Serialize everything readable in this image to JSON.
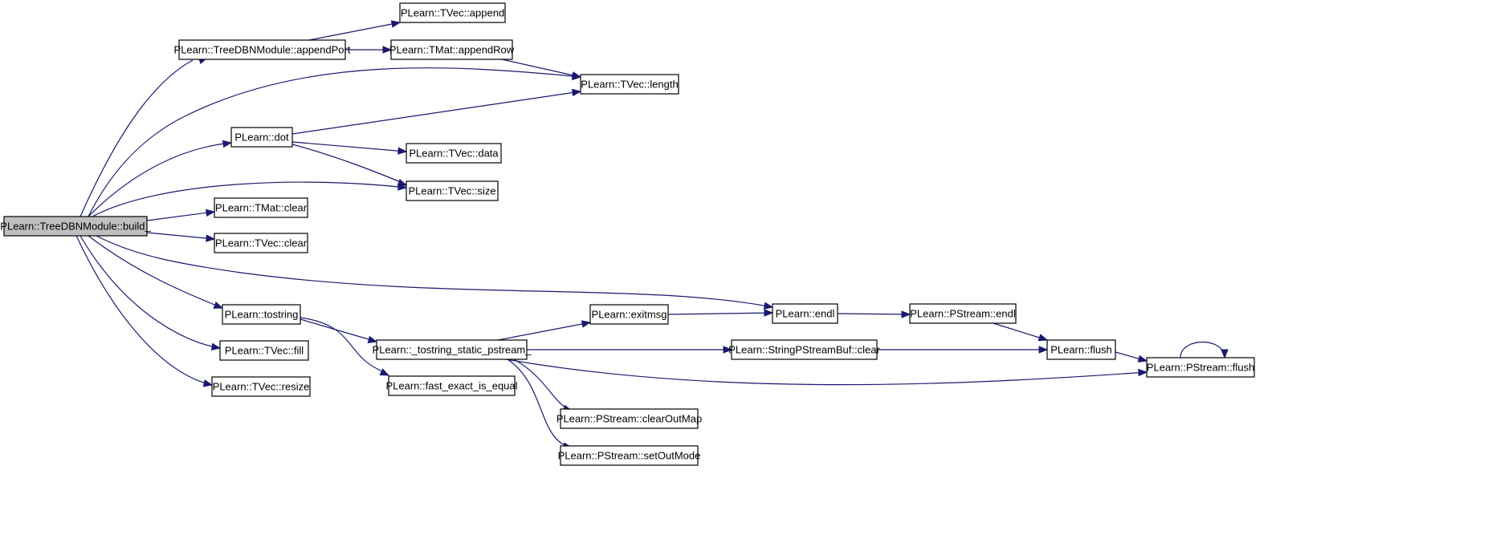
{
  "colors": {
    "edge": "#191970",
    "node_fill": "#ffffff",
    "root_fill": "#bfbfbf",
    "node_border": "#000000"
  },
  "nodes": [
    {
      "id": "build",
      "label": "PLearn::TreeDBNModule::build_",
      "root": true
    },
    {
      "id": "appendPort",
      "label": "PLearn::TreeDBNModule::appendPort"
    },
    {
      "id": "tvec_append",
      "label": "PLearn::TVec::append"
    },
    {
      "id": "tmat_appendRow",
      "label": "PLearn::TMat::appendRow"
    },
    {
      "id": "tvec_length",
      "label": "PLearn::TVec::length"
    },
    {
      "id": "dot",
      "label": "PLearn::dot"
    },
    {
      "id": "tvec_data",
      "label": "PLearn::TVec::data"
    },
    {
      "id": "tvec_size",
      "label": "PLearn::TVec::size"
    },
    {
      "id": "tmat_clear",
      "label": "PLearn::TMat::clear"
    },
    {
      "id": "tvec_clear",
      "label": "PLearn::TVec::clear"
    },
    {
      "id": "tostring",
      "label": "PLearn::tostring"
    },
    {
      "id": "tvec_fill",
      "label": "PLearn::TVec::fill"
    },
    {
      "id": "tvec_resize",
      "label": "PLearn::TVec::resize"
    },
    {
      "id": "tostring_static",
      "label": "PLearn::_tostring_static_pstream_"
    },
    {
      "id": "fast_exact",
      "label": "PLearn::fast_exact_is_equal"
    },
    {
      "id": "exitmsg",
      "label": "PLearn::exitmsg"
    },
    {
      "id": "endl",
      "label": "PLearn::endl"
    },
    {
      "id": "pstream_endl",
      "label": "PLearn::PStream::endl"
    },
    {
      "id": "spsb_clear",
      "label": "PLearn::StringPStreamBuf::clear"
    },
    {
      "id": "flush",
      "label": "PLearn::flush"
    },
    {
      "id": "pstream_flush",
      "label": "PLearn::PStream::flush"
    },
    {
      "id": "clearOutMap",
      "label": "PLearn::PStream::clearOutMap"
    },
    {
      "id": "setOutMode",
      "label": "PLearn::PStream::setOutMode"
    }
  ],
  "edges": [
    [
      "build",
      "appendPort"
    ],
    [
      "appendPort",
      "tvec_append"
    ],
    [
      "appendPort",
      "tmat_appendRow"
    ],
    [
      "tmat_appendRow",
      "tvec_length"
    ],
    [
      "build",
      "tvec_length"
    ],
    [
      "build",
      "dot"
    ],
    [
      "dot",
      "tvec_length"
    ],
    [
      "dot",
      "tvec_data"
    ],
    [
      "dot",
      "tvec_size"
    ],
    [
      "build",
      "tvec_size"
    ],
    [
      "build",
      "tmat_clear"
    ],
    [
      "build",
      "tvec_clear"
    ],
    [
      "build",
      "endl"
    ],
    [
      "build",
      "tostring"
    ],
    [
      "build",
      "tvec_fill"
    ],
    [
      "build",
      "tvec_resize"
    ],
    [
      "tostring",
      "tostring_static"
    ],
    [
      "tostring",
      "fast_exact"
    ],
    [
      "tostring_static",
      "exitmsg"
    ],
    [
      "exitmsg",
      "endl"
    ],
    [
      "endl",
      "pstream_endl"
    ],
    [
      "pstream_endl",
      "flush"
    ],
    [
      "tostring_static",
      "spsb_clear"
    ],
    [
      "spsb_clear",
      "flush"
    ],
    [
      "flush",
      "pstream_flush"
    ],
    [
      "tostring_static",
      "pstream_flush"
    ],
    [
      "pstream_flush",
      "pstream_flush"
    ],
    [
      "tostring_static",
      "clearOutMap"
    ],
    [
      "tostring_static",
      "setOutMode"
    ]
  ]
}
